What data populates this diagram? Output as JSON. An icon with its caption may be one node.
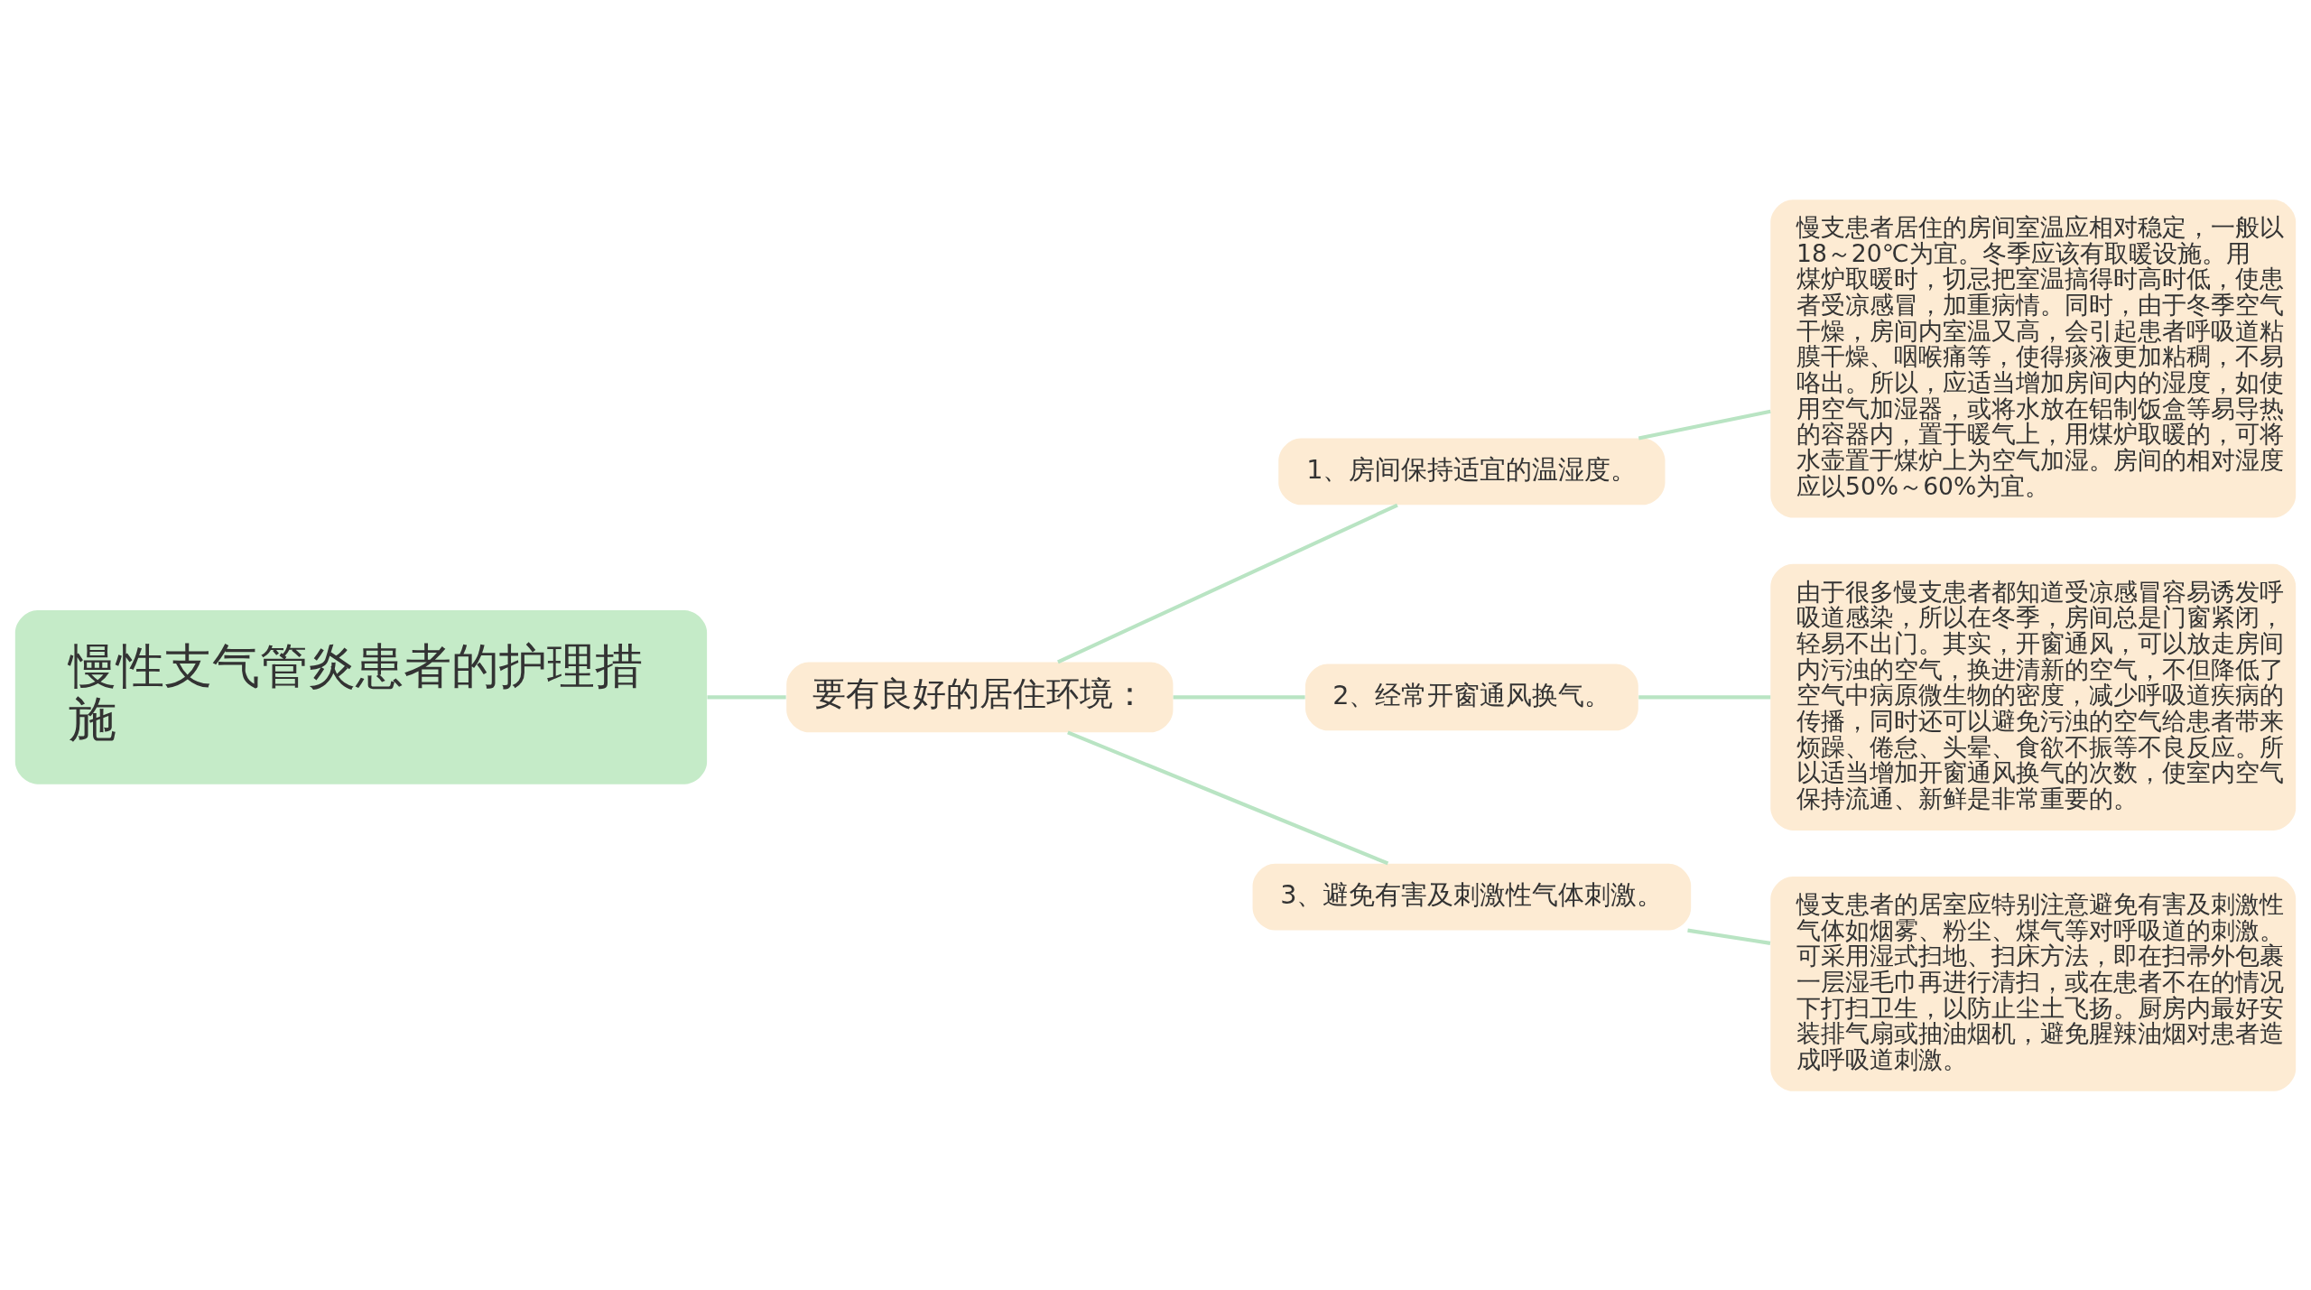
{
  "diagram": {
    "nodes": [
      {
        "text": [
          "慢性支气管炎患者的护理措施"
        ]
      },
      {
        "text": [
          "要有良好的居住环境："
        ]
      },
      {
        "text": [
          "1、房间保持适宜的温湿度。"
        ]
      },
      {
        "text": [
          "慢支患者居住的房间室温应相对稳定，一般以18～20℃为宜。冬季应该有取暖设施。用煤炉取暖时，切忌把室温搞得时高时低，使患者受凉感冒，加重病情。同时，由于冬季空气干燥，房间内室温又高，会引起患者呼吸道粘膜干燥、咽喉痛等，使得痰液更加粘稠，不易咯出。所以，应适当增加房间内的湿度，如使用空气加湿器，或将水放在铝制饭盒等易导热的容器内，置于暖气上，用煤炉取暖的，可将水壶置于煤炉上为空气加湿。房间的相对湿度应以50%～60%为宜。"
        ]
      },
      {
        "text": [
          "2、经常开窗通风换气。"
        ]
      },
      {
        "text": [
          "由于很多慢支患者都知道受凉感冒容易诱发呼吸道感染，所以在冬季，房间总是门窗紧闭，轻易不出门。其实，开窗通风，可以放走房间内污浊的空气，换进清新的空气，不但降低了空气中病原微生物的密度，减少呼吸道疾病的传播，同时还可以避免污浊的空气给患者带来烦躁、倦怠、头晕、食欲不振等不良反应。所以适当增加开窗通风换气的次数，使室内空气保持流通、新鲜是非常重要的。"
        ]
      },
      {
        "text": [
          "3、避免有害及刺激性气体刺激。"
        ]
      },
      {
        "text": [
          "慢支患者的居室应特别注意避免有害及刺激性气体如烟雾、粉尘、煤气等对呼吸道的刺激。可采用湿式扫地、扫床方法，即在扫帚外包裹一层湿毛巾再进行清扫，或在患者不在的情况下打扫卫生，以防止尘土飞扬。厨房内最好安装排气扇或抽油烟机，避免腥辣油烟对患者造成呼吸道刺激。"
        ]
      }
    ],
    "edges": [
      {
        "from": 0,
        "to": 1,
        "arrow": "none"
      },
      {
        "from": 1,
        "to": 2,
        "arrow": "none"
      },
      {
        "from": 1,
        "to": 4,
        "arrow": "none"
      },
      {
        "from": 1,
        "to": 6,
        "arrow": "none"
      },
      {
        "from": 2,
        "to": 3,
        "arrow": "none"
      },
      {
        "from": 4,
        "to": 5,
        "arrow": "none"
      },
      {
        "from": 6,
        "to": 7,
        "arrow": "none"
      }
    ]
  }
}
